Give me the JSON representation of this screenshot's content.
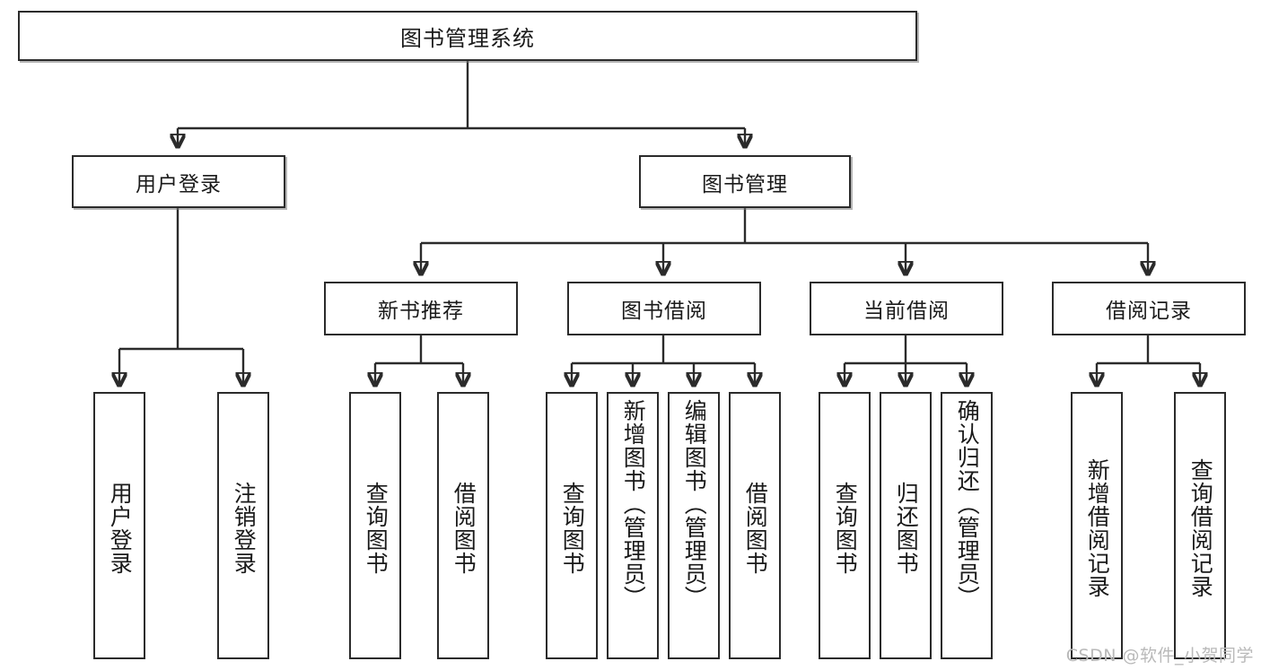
{
  "diagram": {
    "title": "图书管理系统",
    "type": "hierarchy-tree",
    "root": {
      "label": "图书管理系统",
      "level": 0
    },
    "level1": [
      {
        "label": "用户登录"
      },
      {
        "label": "图书管理"
      }
    ],
    "level2": [
      {
        "label": "新书推荐"
      },
      {
        "label": "图书借阅"
      },
      {
        "label": "当前借阅"
      },
      {
        "label": "借阅记录"
      }
    ],
    "leaves": {
      "user_login": [
        {
          "label": "用户登录"
        },
        {
          "label": "注销登录"
        }
      ],
      "new_book_recommend": [
        {
          "label": "查询图书"
        },
        {
          "label": "借阅图书"
        }
      ],
      "book_borrow": [
        {
          "label": "查询图书"
        },
        {
          "label": "新增图书（管理员）"
        },
        {
          "label": "编辑图书（管理员）"
        },
        {
          "label": "借阅图书"
        }
      ],
      "current_borrow": [
        {
          "label": "查询图书"
        },
        {
          "label": "归还图书"
        },
        {
          "label": "确认归还（管理员）"
        }
      ],
      "borrow_record": [
        {
          "label": "新增借阅记录"
        },
        {
          "label": "查询借阅记录"
        }
      ]
    }
  },
  "watermark": {
    "text": "CSDN @软件_小贺同学"
  },
  "colors": {
    "stroke": "#2b2b2b",
    "background": "#ffffff",
    "text": "#1a1a1a",
    "watermark": "#b9b9b9"
  }
}
